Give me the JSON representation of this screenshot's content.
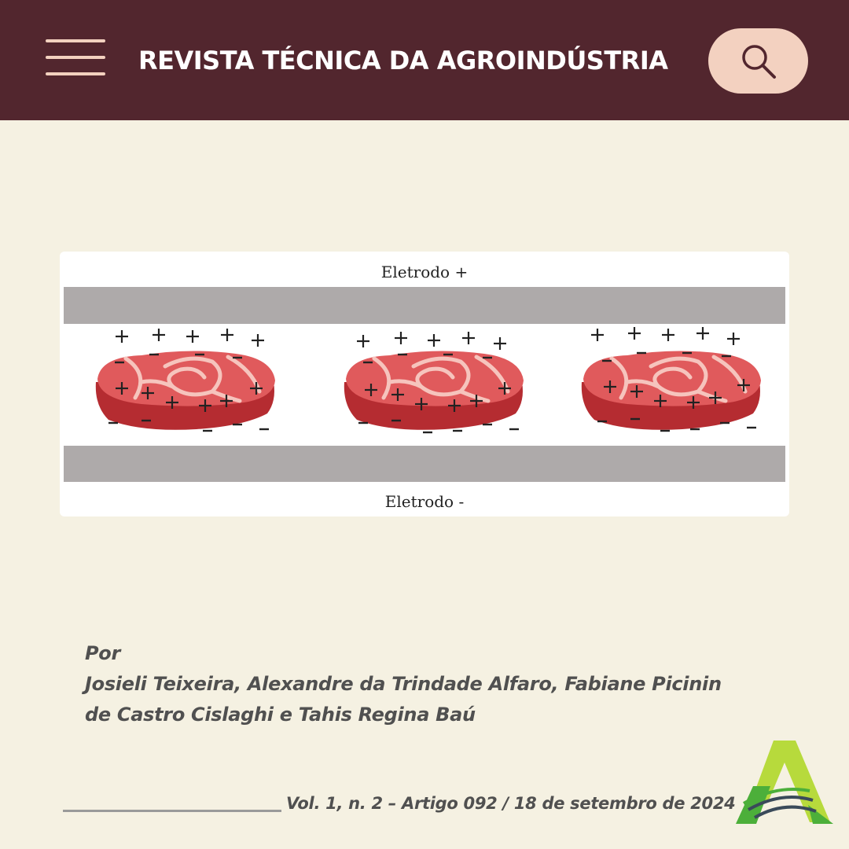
{
  "header": {
    "title": "REVISTA TÉCNICA DA AGROINDÚSTRIA",
    "menu_icon": "hamburger-menu-icon",
    "search_icon": "search-icon"
  },
  "figure": {
    "electrode_top_label": "Eletrodo +",
    "electrode_bottom_label": "Eletrodo -"
  },
  "byline": {
    "prefix": "Por",
    "authors_line1": "Josieli Teixeira, Alexandre da Trindade Alfaro, Fabiane Picinin",
    "authors_line2": "de Castro Cislaghi e Tahis Regina Baú"
  },
  "footer": {
    "reference": "Vol. 1, n. 2 – Artigo 092 / 18 de setembro de 2024"
  },
  "colors": {
    "header_bg": "#52262e",
    "page_bg": "#f5f1e2",
    "search_bg": "#f3d1c0",
    "electrode": "#aeaaaa",
    "meat": "#c83a3c",
    "logo_green": "#4caf3a",
    "logo_lime": "#b7da3c"
  }
}
